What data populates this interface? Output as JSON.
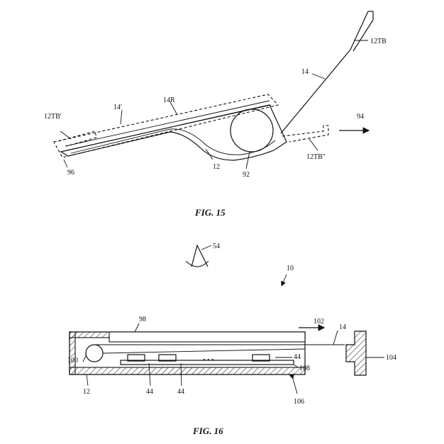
{
  "fig15": {
    "caption": "FIG. 15",
    "labels": {
      "tb_top": "12TB",
      "l14": "14",
      "l14r": "14R",
      "l14p": "14'",
      "tb_left": "12TB'",
      "l94": "94",
      "tb_right": "12TB\"",
      "l96": "96",
      "l12": "12",
      "l92": "92"
    }
  },
  "fig16": {
    "caption": "FIG. 16",
    "labels": {
      "l54": "54",
      "l10": "10",
      "l98": "98",
      "l102": "102",
      "l14": "14",
      "l100": "100",
      "l44a": "44",
      "l108": "108",
      "l104": "104",
      "l12": "12",
      "l44b": "44",
      "l44c": "44",
      "l106": "106"
    },
    "ellipsis": "• • •"
  }
}
